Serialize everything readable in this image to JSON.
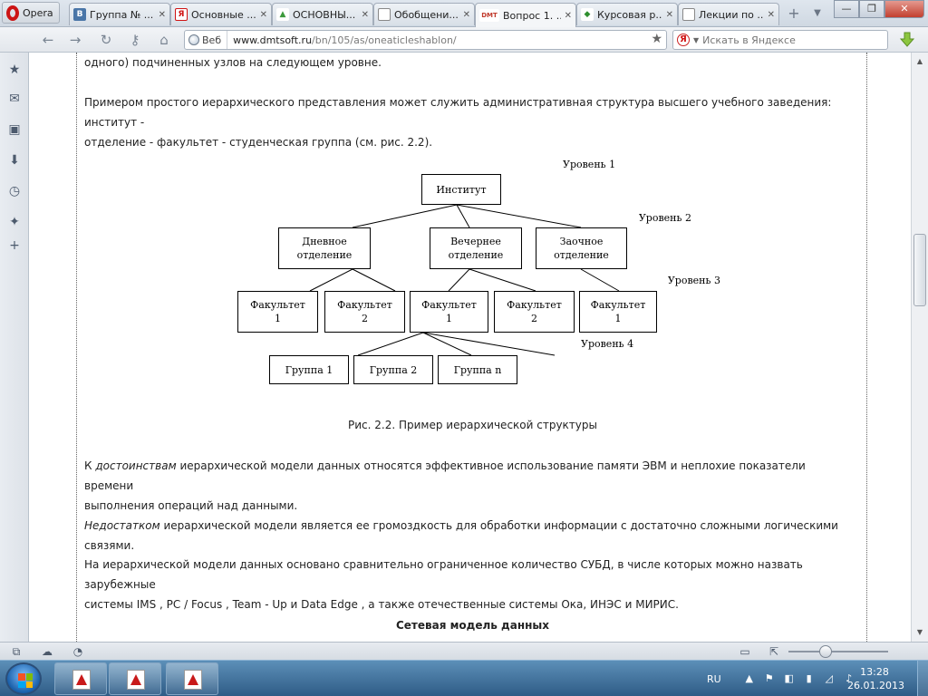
{
  "browser": {
    "menu_label": "Opera",
    "tabs": [
      {
        "title": "Группа № ...",
        "favicon": "В",
        "favicon_color": "#4a76a8"
      },
      {
        "title": "Основные ...",
        "favicon": "Я",
        "favicon_color": "#d01414"
      },
      {
        "title": "ОСНОВНЫ...",
        "favicon": "▲",
        "favicon_color": "#3c9a3c"
      },
      {
        "title": "Обобщени...",
        "favicon": "",
        "favicon_color": "#ffffff"
      },
      {
        "title": "Вопрос 1. ...",
        "favicon": "DMT",
        "favicon_color": "#c0392b"
      },
      {
        "title": "Курсовая р...",
        "favicon": "◆",
        "favicon_color": "#2f8f2f"
      },
      {
        "title": "Лекции по ...",
        "favicon": "",
        "favicon_color": "#ffffff"
      }
    ],
    "address": {
      "scheme_label": "Веб",
      "url_host": "www.dmtsoft.ru",
      "url_path": "/bn/105/as/oneaticleshablon/"
    },
    "search": {
      "engine": "Я",
      "placeholder": "Искать в Яндексе"
    }
  },
  "article": {
    "para_top": "одного) подчиненных узлов на следующем уровне.",
    "para_example_1": "Примером простого иерархического представления может служить административная структура высшего учебного заведения: институт -",
    "para_example_2": "отделение - факультет - студенческая группа (см. рис. 2.2).",
    "adv_1_pre": "К ",
    "adv_1_em": "достоинствам",
    "adv_1_post": " иерархической модели данных относятся эффективное использование памяти ЭВМ и неплохие показатели времени",
    "adv_2": "выполнения операций над данными.",
    "dis_em": "Недостатком",
    "dis_post": " иерархической модели является ее громоздкость для обработки информации с достаточно сложными логическими связями.",
    "dbms_1": "На иерархической модели данных основано сравнительно ограниченное количество СУБД, в числе которых можно назвать зарубежные",
    "dbms_2": "системы IMS , PC / Focus , Team - Up и Data Edge , а также отечественные системы Ока, ИНЭС и МИРИС.",
    "section_title": "Сетевая модель данных"
  },
  "figure": {
    "caption": "Рис. 2.2. Пример иерархической структуры",
    "levels": {
      "l1": "Уровень 1",
      "l2": "Уровень 2",
      "l3": "Уровень 3",
      "l4": "Уровень 4"
    },
    "nodes": {
      "institute": "Институт",
      "day_1": "Дневное",
      "day_2": "отделение",
      "evening_1": "Вечернее",
      "evening_2": "отделение",
      "extramural_1": "Заочное",
      "extramural_2": "отделение",
      "fac_d1_1": "Факультет",
      "fac_d1_2": "1",
      "fac_d2_1": "Факультет",
      "fac_d2_2": "2",
      "fac_e1_1": "Факультет",
      "fac_e1_2": "1",
      "fac_e2_1": "Факультет",
      "fac_e2_2": "2",
      "fac_z1_1": "Факультет",
      "fac_z1_2": "1",
      "group_1": "Группа 1",
      "group_2": "Группа 2",
      "group_n": "Группа n"
    }
  },
  "taskbar": {
    "language": "RU",
    "time": "13:28",
    "date": "26.01.2013"
  }
}
